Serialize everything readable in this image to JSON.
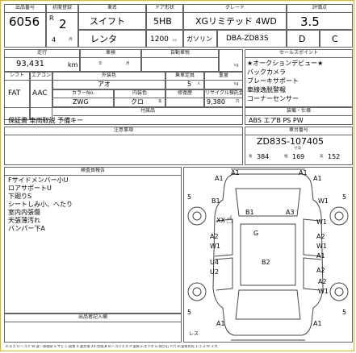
{
  "header": {
    "lot_label": "出品番号",
    "lot_no": "6056",
    "reg_label": "初度登録",
    "era": "R",
    "year": "2",
    "month": "4",
    "month_unit": "月",
    "name_label": "車名",
    "car_name": "スイフト",
    "door_label": "ドア形状",
    "door": "5HB",
    "grade_label": "グレード",
    "grade": "XGリミテッド 4WD",
    "score_label": "評価点",
    "score": "3.5",
    "use": "レンタ",
    "cc": "1200",
    "cc_unit": "cc",
    "fuel": "ガソリン",
    "model": "DBA-ZD83S",
    "interior_score": "D",
    "exterior_score": "C"
  },
  "mileage": {
    "label_run": "走行",
    "label_inspection": "車検",
    "label_recycle": "自動車税",
    "value": "93,431",
    "unit": "km",
    "year_unit": "年",
    "month_unit": "月",
    "kg_unit": "kg"
  },
  "specs": {
    "shift_label": "シフト",
    "ac_label": "エアコン",
    "color_label": "外装色",
    "capacity_label": "乗車定員",
    "weight_label": "重量",
    "shift": "FAT",
    "ac": "AAC",
    "color_code_label": "カラーNo.",
    "color_name_label": "内装色",
    "history_label": "修復歴",
    "recycle_label": "リサイクル預託金",
    "color": "アオ",
    "capacity": "5",
    "capacity_unit": "人",
    "color_code": "ZWG",
    "inner_color": "クロ",
    "inner_code": "系",
    "recycle": "9,380",
    "recycle_unit": "円",
    "equip_label": "付属品",
    "equip": "保証書 車両取説 予備キー"
  },
  "sales_point": {
    "label": "セールスポイント",
    "items": [
      "★オークションデビュー★",
      "バックカメラ",
      "ブレーキサポート",
      "車線逸脱警報",
      "コーナーセンサー"
    ],
    "option_label": "装備・仕様",
    "options": "ABS エアB PS PW"
  },
  "notes_label": "注意事項",
  "chassis": {
    "label": "車台番号",
    "value": "ZD83S-107405",
    "dim_label": "寸法",
    "length_label": "長",
    "length": "384",
    "width_label": "幅",
    "width": "169",
    "height_label": "高",
    "height": "152"
  },
  "inspector": {
    "label": "検査員報告",
    "lines": [
      "Fサイドメンバー小U",
      "ロアサポートU",
      "下廻りS",
      "シートしみ小、へたり",
      "室内内張傷",
      "天張薄汚れ",
      "バンパー下A"
    ]
  },
  "damage_map": {
    "marks": [
      "A1",
      "A1",
      "A1",
      "A1",
      "5",
      "5",
      "B1",
      "W1",
      "XX",
      "B1",
      "A3",
      "W1",
      "G",
      "A2",
      "A2",
      "W1",
      "W1",
      "A1",
      "U4",
      "U2",
      "B2",
      "A2",
      "A2",
      "W1",
      "5",
      "5",
      "A1",
      "A1",
      "レス"
    ]
  },
  "seller_label": "出品者記入欄",
  "footer": "A:キズ U:ヘコミ W:波・修理跡 S:サビ C:腐食 X:要交換 XX:交換済 B:ヘコミキズ P:塗装 E:エクボ G:飛び石 Y:穴 H:塗装劣化 1:小 2:中 3:大"
}
